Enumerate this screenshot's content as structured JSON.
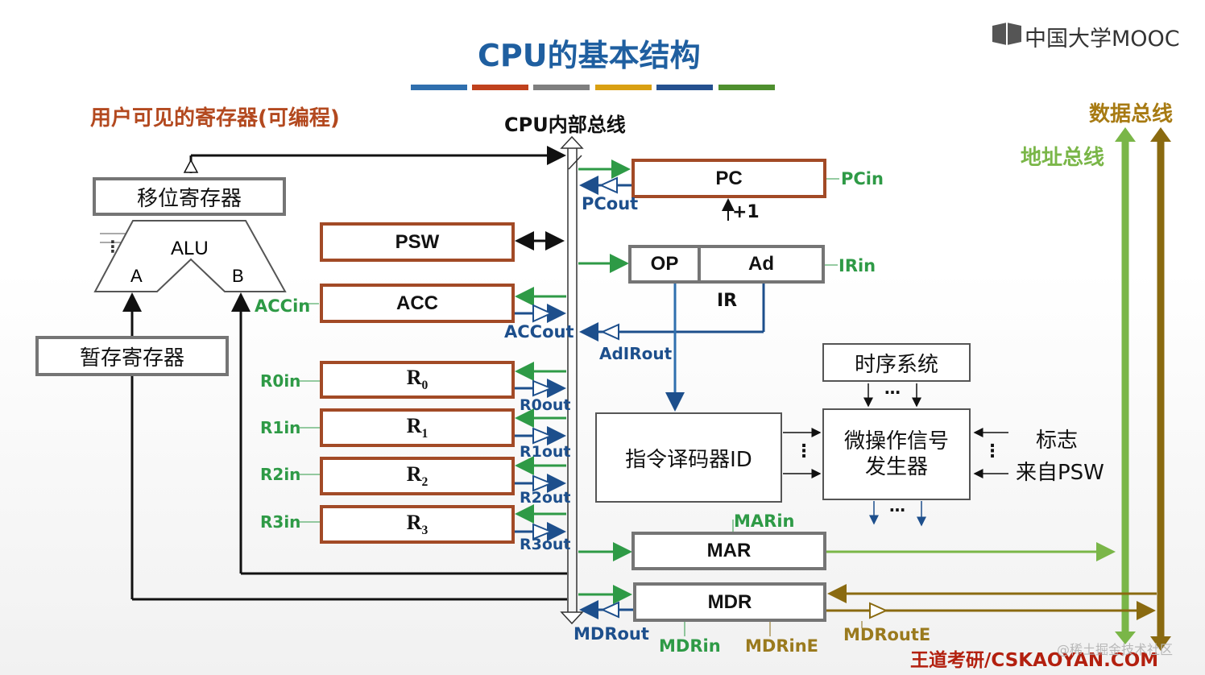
{
  "header": {
    "title": "CPU的基本结构",
    "logo_text": "中国大学MOOC",
    "bar_colors": [
      "#2f6fae",
      "#c0411d",
      "#7f7f7f",
      "#d9a012",
      "#24508f",
      "#4e8f2e"
    ]
  },
  "sections": {
    "user_visible": "用户可见的寄存器(可编程)",
    "internal_bus": "CPU内部总线",
    "data_bus": "数据总线",
    "address_bus": "地址总线"
  },
  "left": {
    "shift_register": "移位寄存器",
    "alu": "ALU",
    "alu_a": "A",
    "alu_b": "B",
    "alu_dots": "⋮",
    "temp_register": "暂存寄存器"
  },
  "registers": {
    "psw": "PSW",
    "acc": "ACC",
    "acc_in": "ACCin",
    "acc_out": "ACCout",
    "r0": "R",
    "r0_sub": "0",
    "r1": "R",
    "r1_sub": "1",
    "r2": "R",
    "r2_sub": "2",
    "r3": "R",
    "r3_sub": "3",
    "r0_in": "R0in",
    "r1_in": "R1in",
    "r2_in": "R2in",
    "r3_in": "R3in",
    "r0_out": "R0out",
    "r1_out": "R1out",
    "r2_out": "R2out",
    "r3_out": "R3out"
  },
  "right": {
    "pc": "PC",
    "pc_in": "PCin",
    "pc_out": "PCout",
    "plus_one": "+1",
    "op": "OP",
    "ad": "Ad",
    "ir": "IR",
    "ir_in": "IRin",
    "ad_ir_out": "AdIRout",
    "timing": "时序系统",
    "timing_dots": "…",
    "decoder": "指令译码器ID",
    "micro_gen_line1": "微操作信号",
    "micro_gen_line2": "发生器",
    "flag_line1": "标志",
    "flag_line2": "来自PSW",
    "side_dots": "⋮",
    "bottom_dots": "…",
    "mar": "MAR",
    "mar_in": "MARin",
    "mdr": "MDR",
    "mdr_out": "MDRout",
    "mdr_in": "MDRin",
    "mdr_in_e": "MDRinE",
    "mdr_out_e": "MDRoutE"
  },
  "footer": {
    "brand": "王道考研/CSKAOYAN.COM",
    "watermark": "@稀土掘金技术社区"
  }
}
